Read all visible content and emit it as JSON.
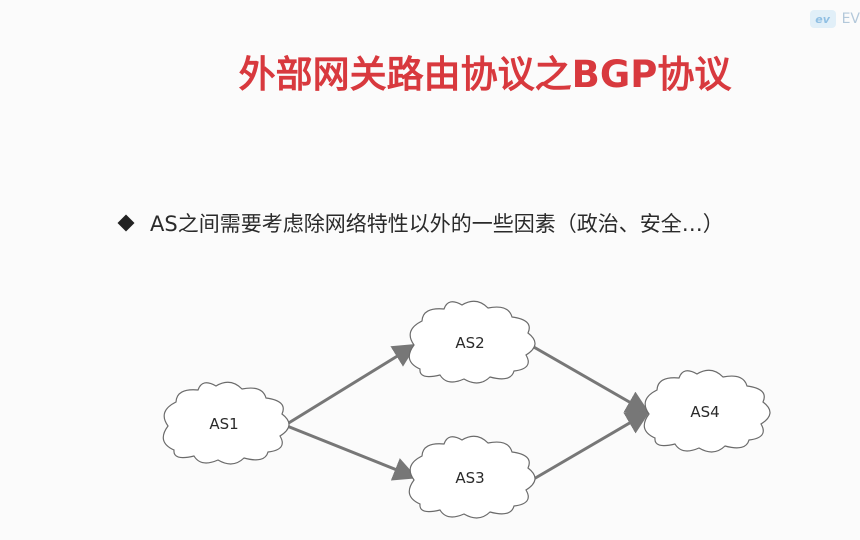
{
  "slide": {
    "title": "外部网关路由协议之BGP协议",
    "bullet_text": "AS之间需要考虑除网络特性以外的一些因素（政治、安全…）",
    "watermark": {
      "logo_text": "ev",
      "text": "EV"
    }
  },
  "diagram": {
    "nodes": [
      {
        "id": "AS1",
        "label": "AS1"
      },
      {
        "id": "AS2",
        "label": "AS2"
      },
      {
        "id": "AS3",
        "label": "AS3"
      },
      {
        "id": "AS4",
        "label": "AS4"
      }
    ],
    "edges": [
      {
        "from": "AS1",
        "to": "AS2"
      },
      {
        "from": "AS1",
        "to": "AS3"
      },
      {
        "from": "AS2",
        "to": "AS4"
      },
      {
        "from": "AS3",
        "to": "AS4"
      }
    ],
    "colors": {
      "title": "#d8393e",
      "edge": "#777777",
      "cloud_stroke": "#6b6b6b"
    }
  }
}
